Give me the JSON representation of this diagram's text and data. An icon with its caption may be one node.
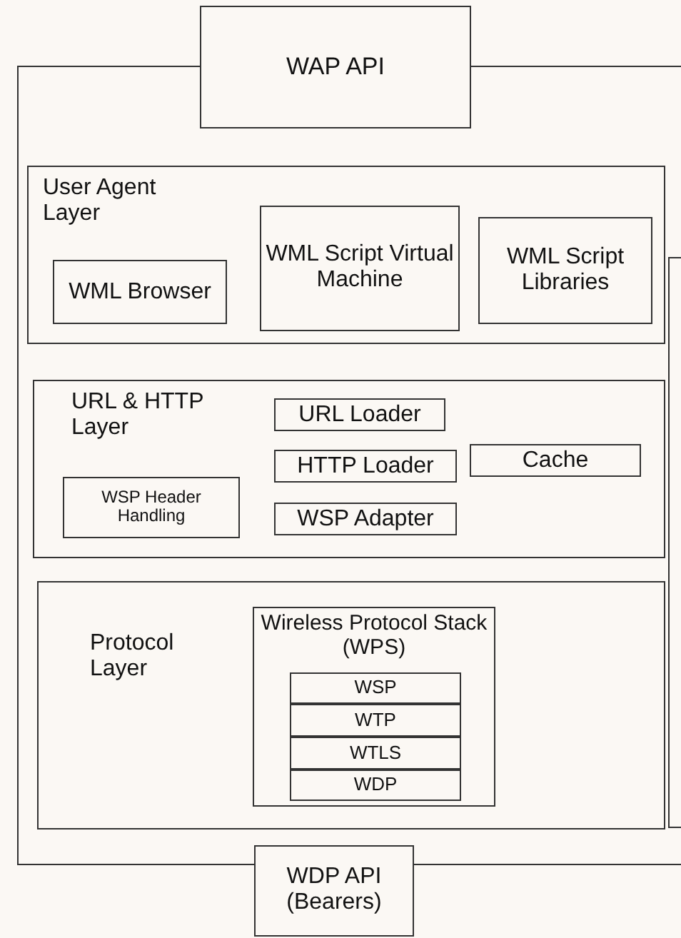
{
  "diagram": {
    "nodes": [
      {
        "text": [
          "WAP API"
        ]
      },
      {
        "text": [],
        "shape": "box"
      },
      {
        "text": [
          "User Agent Layer"
        ],
        "in": 1
      },
      {
        "text": [
          "WML Browser"
        ],
        "in": 2
      },
      {
        "text": [
          "WML Script Virtual Machine"
        ],
        "in": 2
      },
      {
        "text": [
          "WML Script Libraries"
        ],
        "in": 2
      },
      {
        "text": [
          "URL & HTTP Layer"
        ],
        "in": 1
      },
      {
        "text": [
          "URL Loader"
        ],
        "in": 6
      },
      {
        "text": [
          "HTTP Loader"
        ],
        "in": 6
      },
      {
        "text": [
          "WSP Adapter"
        ],
        "in": 6
      },
      {
        "text": [
          "Cache"
        ],
        "in": 6
      },
      {
        "text": [
          "WSP Header Handling"
        ],
        "in": 6
      },
      {
        "text": [
          "Protocol Layer"
        ],
        "in": 1
      },
      {
        "text": [
          "Wireless Protocol Stack (WPS)"
        ],
        "in": 12
      },
      {
        "text": [
          "WSP"
        ],
        "in": 13
      },
      {
        "text": [
          "WTP"
        ],
        "in": 13
      },
      {
        "text": [
          "WTLS"
        ],
        "in": 13
      },
      {
        "text": [
          "WDP"
        ],
        "in": 13
      },
      {
        "text": [
          "WDP API (Bearers)"
        ]
      },
      {
        "text": [],
        "shape": "box"
      }
    ]
  }
}
